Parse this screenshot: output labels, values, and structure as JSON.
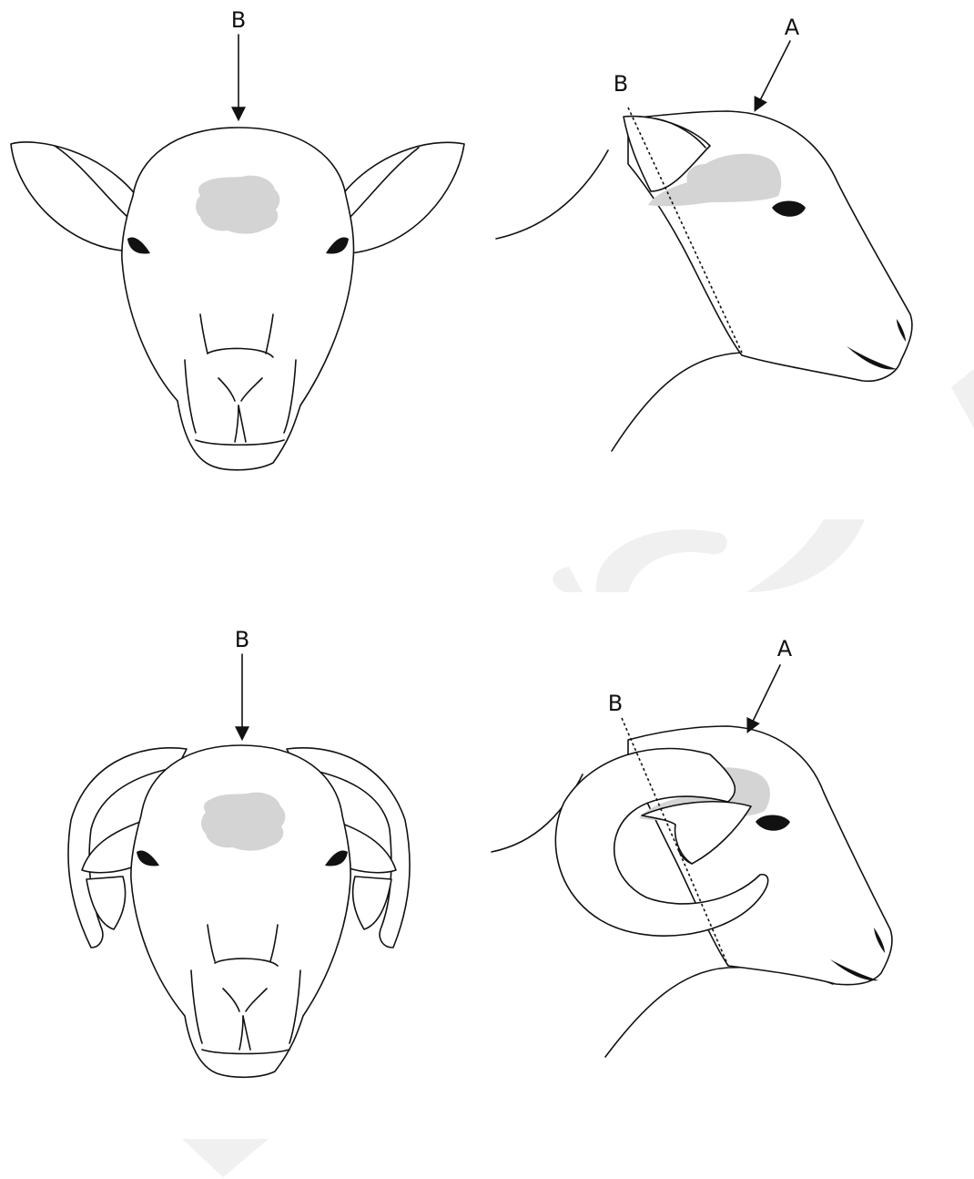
{
  "labels": {
    "panel1_front_B": "B",
    "panel1_side_A": "A",
    "panel1_side_B": "B",
    "panel2_front_B": "B",
    "panel2_side_A": "A",
    "panel2_side_B": "B"
  },
  "colors": {
    "line": "#111111",
    "brain_region": "#d4d4d4",
    "watermark": "#f0f0f0",
    "background": "#ffffff"
  }
}
